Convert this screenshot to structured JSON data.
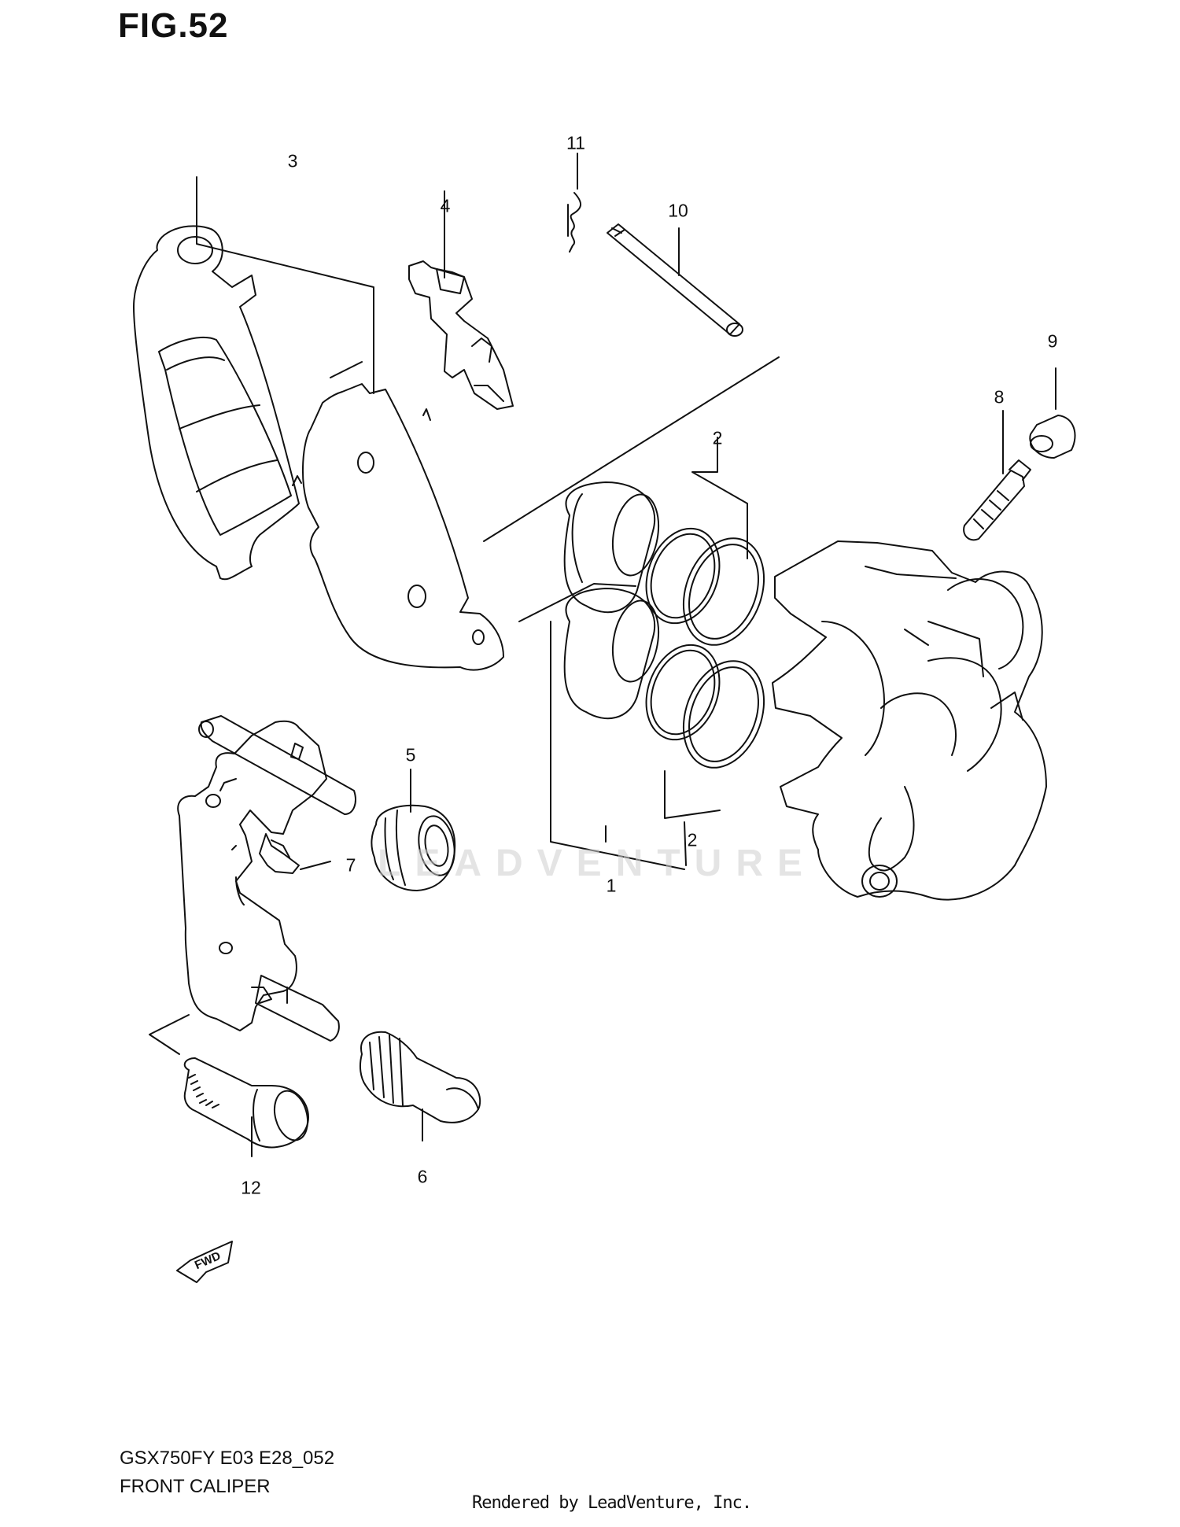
{
  "figure": {
    "title": "FIG.52"
  },
  "callouts": {
    "c1": "1",
    "c2a": "2",
    "c2b": "2",
    "c3": "3",
    "c4": "4",
    "c5": "5",
    "c6": "6",
    "c7": "7",
    "c8": "8",
    "c9": "9",
    "c10": "10",
    "c11": "11",
    "c12": "12"
  },
  "fwd_label": "FWD",
  "watermark": "LEADVENTURE",
  "footer": {
    "model_code": "GSX750FY E03 E28_052",
    "assembly_name": "FRONT CALIPER",
    "rendered_by": "Rendered by LeadVenture, Inc."
  }
}
